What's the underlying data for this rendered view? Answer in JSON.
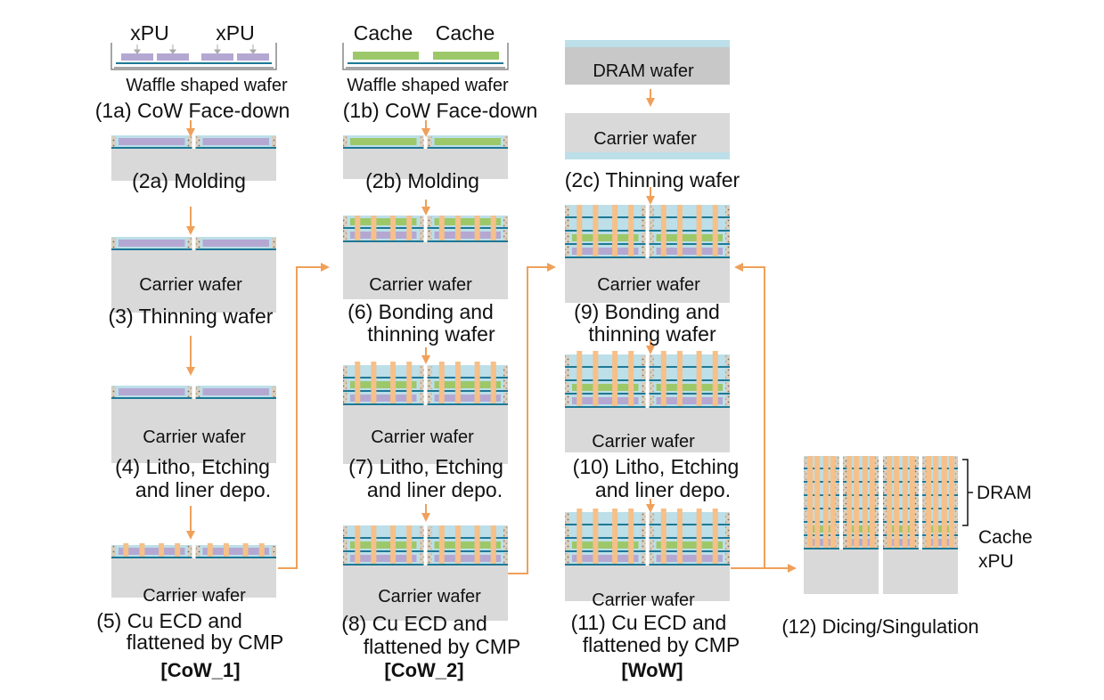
{
  "labels": {
    "xpu": "xPU",
    "cache": "Cache",
    "dram_wafer": "DRAM wafer",
    "carrier_wafer": "Carrier wafer",
    "waffle": "Waffle shaped wafer",
    "dram": "DRAM",
    "cache_side": "Cache",
    "xpu_side": "xPU"
  },
  "steps": {
    "s1a": "(1a) CoW Face-down",
    "s1b": "(1b) CoW Face-down",
    "s2a": "(2a) Molding",
    "s2b": "(2b) Molding",
    "s2c": "(2c) Thinning wafer",
    "s3": "(3) Thinning wafer",
    "s4_l1": "(4) Litho, Etching",
    "s4_l2": "and liner depo.",
    "s5_l1": "(5) Cu ECD and",
    "s5_l2": "flattened by CMP",
    "s6_l1": "(6) Bonding and",
    "s6_l2": "thinning wafer",
    "s7_l1": "(7) Litho, Etching",
    "s7_l2": "and liner depo.",
    "s8_l1": "(8) Cu ECD and",
    "s8_l2": "flattened by CMP",
    "s9_l1": "(9) Bonding and",
    "s9_l2": "thinning wafer",
    "s10_l1": "(10) Litho, Etching",
    "s10_l2": "and liner depo.",
    "s11_l1": "(11) Cu ECD and",
    "s11_l2": "flattened by CMP",
    "s12": "(12) Dicing/Singulation"
  },
  "groups": {
    "cow1": "[CoW_1]",
    "cow2": "[CoW_2]",
    "wow": "[WoW]"
  },
  "colors": {
    "arrow": "#f0a05a",
    "wafer_gray": "#d9d9d9",
    "dark_gray": "#c8c8c8",
    "xpu_purple": "#b4a8d2",
    "cache_green": "#9cc86a",
    "teal_line": "#1e7896",
    "light_blue": "#bcdfe9",
    "via_orange": "#f5c08a"
  }
}
